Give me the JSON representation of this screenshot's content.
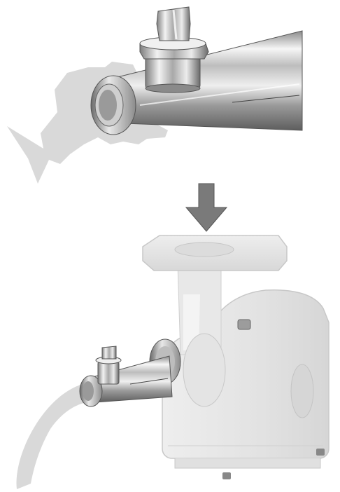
{
  "figure": {
    "top_view": "sausage-attachment-closeup",
    "bottom_view": "assembled-meat-grinder",
    "arrow_direction": "down"
  },
  "colors": {
    "background": "#ffffff",
    "casing": "#d9d9d9",
    "body": "#e6e6e6",
    "body_edge": "#c8c8c8",
    "metal_light": "#f4f4f4",
    "metal_mid": "#b5b5b5",
    "metal_dark": "#6e6e6e",
    "arrow": "#7a7a7a",
    "outline": "#555555"
  },
  "icons": {
    "arrow": "arrow-down-icon"
  }
}
